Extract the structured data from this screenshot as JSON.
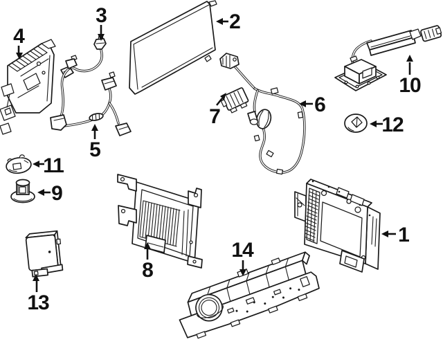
{
  "diagram": {
    "background_color": "#ffffff",
    "line_color": "#1a1a1a",
    "label_color": "#111111",
    "callouts": [
      {
        "number": "1",
        "part": "radio-receiver-module"
      },
      {
        "number": "2",
        "part": "display-screen-panel"
      },
      {
        "number": "3",
        "part": "antenna-lead-cable"
      },
      {
        "number": "4",
        "part": "control-module-with-heatsink"
      },
      {
        "number": "5",
        "part": "wiring-harness-a"
      },
      {
        "number": "6",
        "part": "wiring-harness-b"
      },
      {
        "number": "7",
        "part": "ribbed-connector-module"
      },
      {
        "number": "8",
        "part": "amplifier-mounting-bracket"
      },
      {
        "number": "9",
        "part": "knob-retainer"
      },
      {
        "number": "10",
        "part": "gps-antenna-kit"
      },
      {
        "number": "11",
        "part": "retainer-clip"
      },
      {
        "number": "12",
        "part": "grommet"
      },
      {
        "number": "13",
        "part": "interface-module"
      },
      {
        "number": "14",
        "part": "control-panel-assembly"
      }
    ]
  }
}
